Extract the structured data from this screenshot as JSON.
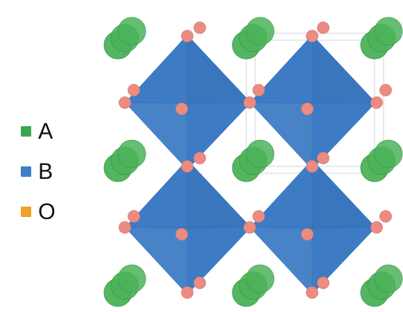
{
  "legend": [
    {
      "label": "A",
      "color": "#3aa84a",
      "icon": "green-square-icon"
    },
    {
      "label": "B",
      "color": "#3f7ec8",
      "icon": "blue-square-icon"
    },
    {
      "label": "O",
      "color": "#f0a22a",
      "icon": "orange-square-icon"
    }
  ],
  "colors": {
    "a_site": "#4cb35a",
    "octahedron": "#3d7cc4",
    "octahedron_dark": "#2f64a8",
    "oxygen": "#ec8b82",
    "cell": "#b9c2cc"
  }
}
